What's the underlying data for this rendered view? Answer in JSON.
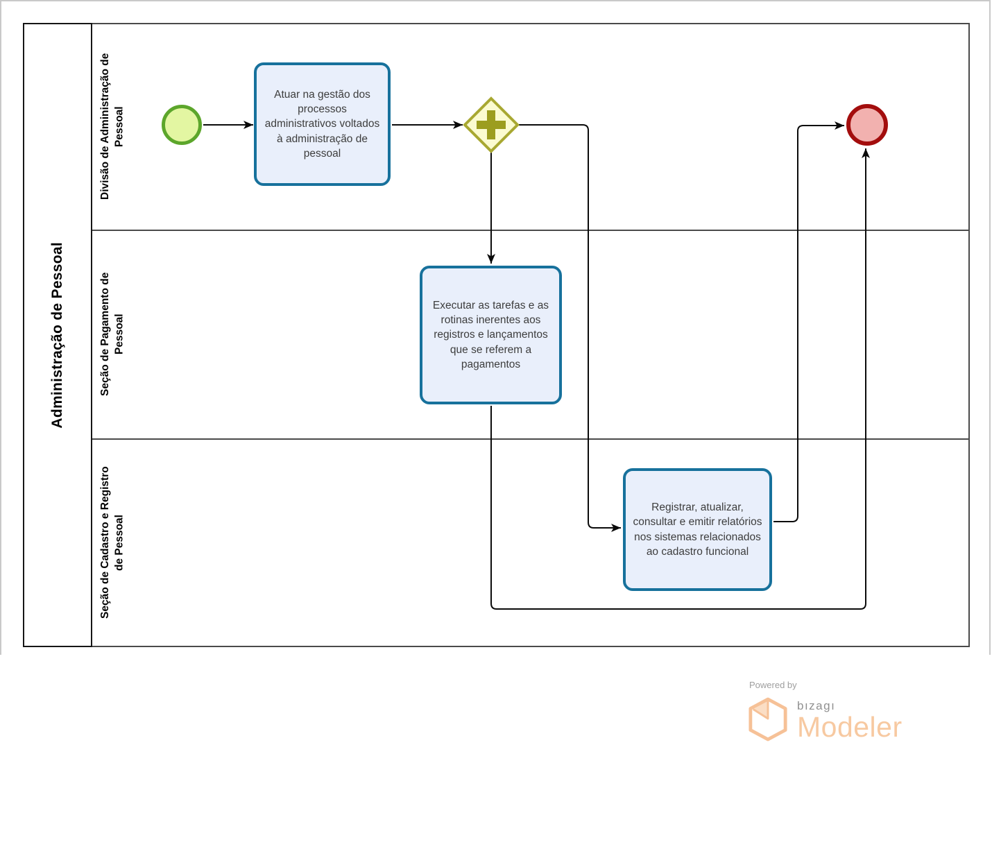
{
  "diagram": {
    "pool": {
      "title": "Administração de Pessoal",
      "lanes": [
        {
          "label": "Divisão de Administração de Pessoal"
        },
        {
          "label": "Seção de Pagamento de Pessoal"
        },
        {
          "label": "Seção de Cadastro e Registro de Pessoal"
        }
      ]
    },
    "nodes": {
      "start_event": {
        "type": "start-event",
        "lane": "Divisão de Administração de Pessoal"
      },
      "task_1": {
        "label": "Atuar na gestão dos processos administrativos voltados à administração de pessoal",
        "lane": "Divisão de Administração de Pessoal"
      },
      "gateway": {
        "type": "parallel-gateway",
        "lane": "Divisão de Administração de Pessoal"
      },
      "task_2": {
        "label": "Executar as tarefas e as rotinas inerentes aos registros e lançamentos  que se referem a pagamentos",
        "lane": "Seção de Pagamento de Pessoal"
      },
      "task_3": {
        "label": "Registrar, atualizar, consultar e emitir relatórios nos sistemas relacionados ao cadastro funcional",
        "lane": "Seção de Cadastro e Registro de Pessoal"
      },
      "end_event": {
        "type": "end-event",
        "lane": "Divisão de Administração de Pessoal"
      }
    },
    "flows": [
      {
        "from": "start_event",
        "to": "task_1"
      },
      {
        "from": "task_1",
        "to": "gateway"
      },
      {
        "from": "gateway",
        "to": "task_2"
      },
      {
        "from": "gateway",
        "to": "task_3"
      },
      {
        "from": "task_2",
        "to": "end_event"
      },
      {
        "from": "task_3",
        "to": "end_event"
      }
    ],
    "colors": {
      "task_border": "#17719c",
      "task_fill": "#e9effb",
      "start_border": "#5ca62b",
      "start_fill": "#e3f6a2",
      "end_border": "#a30d0d",
      "end_fill": "#f2b1af",
      "gateway_border": "#a8a832",
      "gateway_fill": "#fbfbd0",
      "gateway_plus": "#9c9d1f",
      "connector": "#0a0a0a",
      "lane_line": "#4a4a4a"
    }
  },
  "footer": {
    "powered_by": "Powered by",
    "brand": "bızagı",
    "product": "Modeler",
    "brand_color": "#f7c9a1"
  }
}
